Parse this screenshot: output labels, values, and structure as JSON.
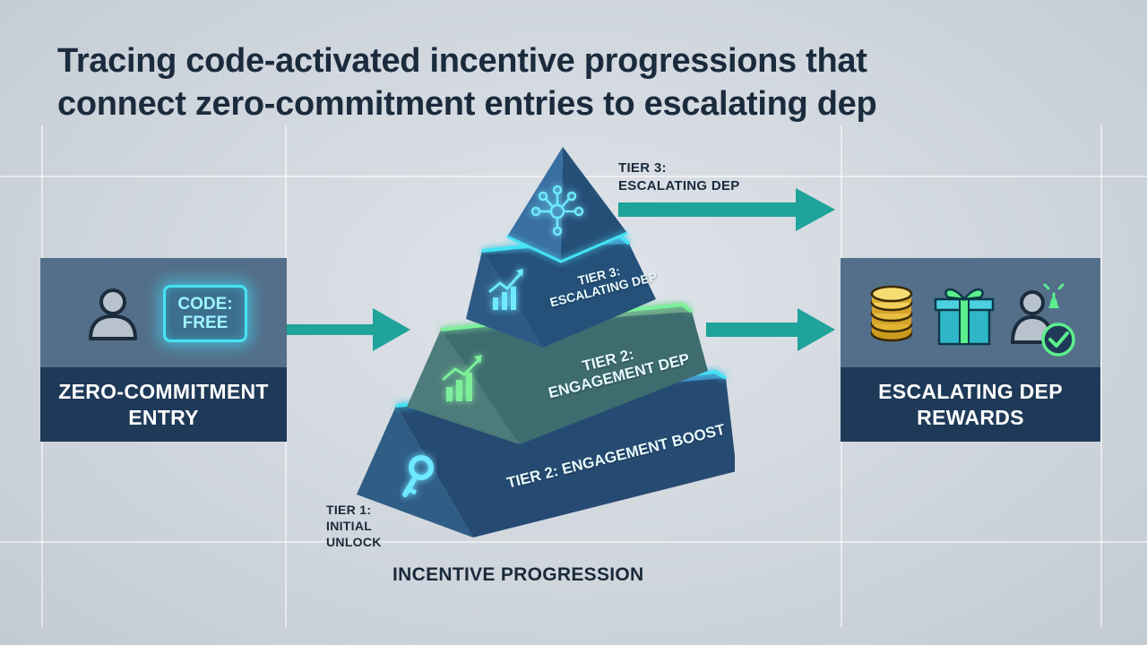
{
  "title": {
    "line1": "Tracing code-activated incentive progressions that",
    "line2": "connect zero-commitment entries to escalating dep"
  },
  "left_panel": {
    "code_line1": "CODE:",
    "code_line2": "FREE",
    "label_line1": "ZERO-COMMITMENT",
    "label_line2": "ENTRY",
    "icons": [
      "user-icon"
    ]
  },
  "pyramid": {
    "caption": "INCENTIVE PROGRESSION",
    "top_label_line1": "TIER 3:",
    "top_label_line2": "ESCALATING DEP",
    "tier3_line1": "TIER 3:",
    "tier3_line2": "ESCALATING DEP",
    "tier2_line1": "TIER 2:",
    "tier2_line2": "ENGAGEMENT DEP",
    "tier1_text": "TIER 2: ENGAGEMENT BOOST",
    "side_label_line1": "TIER 1:",
    "side_label_line2": "INITIAL",
    "side_label_line3": "UNLOCK",
    "icons": [
      "network-icon",
      "growth-chart-icon",
      "growth-chart-icon",
      "key-icon"
    ]
  },
  "right_panel": {
    "label_line1": "ESCALATING DEP",
    "label_line2": "REWARDS",
    "icons": [
      "coins-icon",
      "gift-icon",
      "user-alert-icon",
      "check-icon"
    ]
  },
  "colors": {
    "background": "#d5dae0",
    "navy": "#1f3a58",
    "slate": "#536f8a",
    "teal_arrow": "#1fa39a",
    "glow_cyan": "#45e3f5",
    "glow_green": "#7cf09a"
  }
}
